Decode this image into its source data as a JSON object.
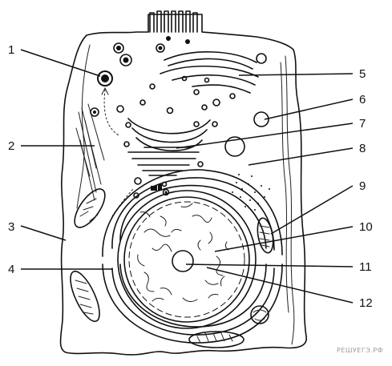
{
  "figure": {
    "labels": [
      "1",
      "2",
      "3",
      "4",
      "5",
      "6",
      "7",
      "8",
      "9",
      "10",
      "11",
      "12"
    ],
    "watermark": "РЕШУЕГЭ.РФ"
  },
  "colors": {
    "ink": "#111111",
    "background": "#ffffff",
    "watermark": "#9a9a9a"
  }
}
